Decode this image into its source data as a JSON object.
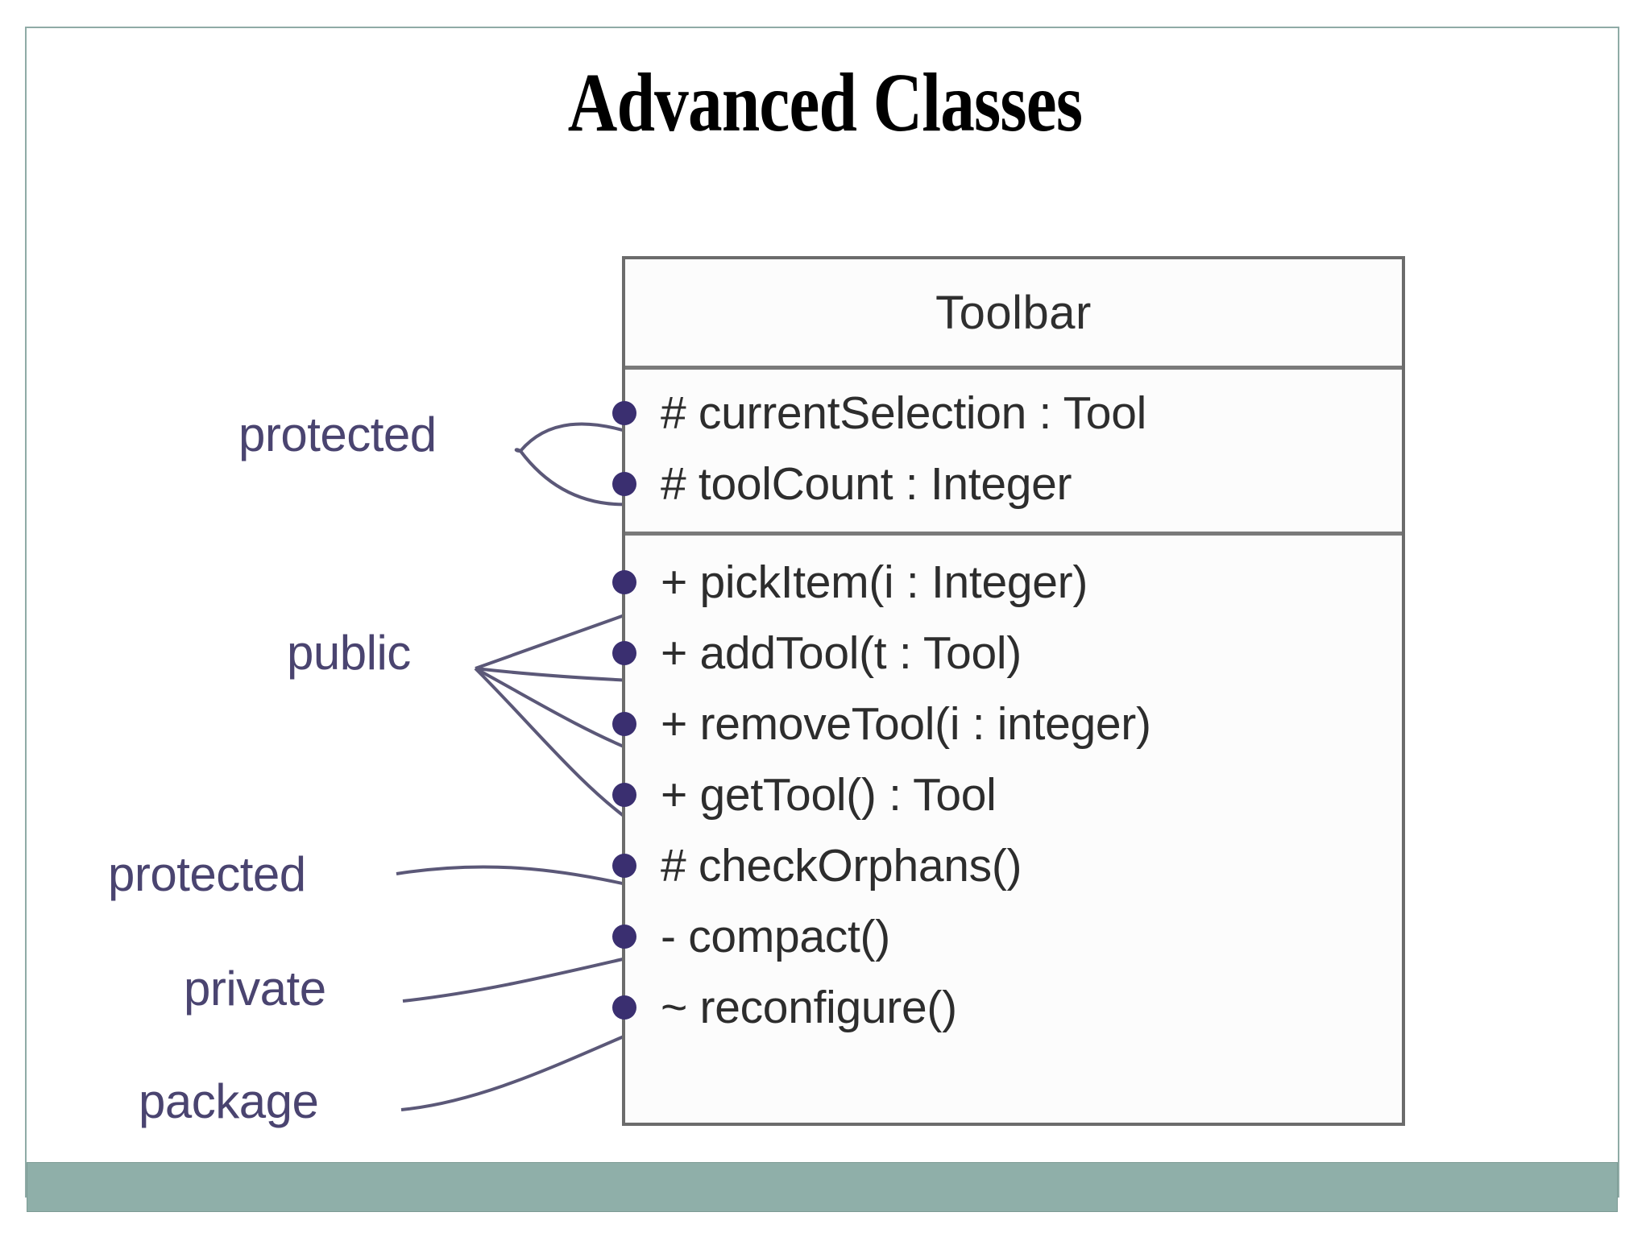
{
  "slide": {
    "title": "Advanced Classes",
    "accent_color": "#8faba6",
    "footer_color": "#8fafa9",
    "bullet_color": "#3a2f70",
    "label_color": "#4a4470"
  },
  "diagram": {
    "type": "uml-class-diagram",
    "class_name": "Toolbar",
    "attributes": [
      {
        "visibility": "#",
        "text": "# currentSelection : Tool"
      },
      {
        "visibility": "#",
        "text": "# toolCount : Integer"
      }
    ],
    "operations": [
      {
        "visibility": "+",
        "text": "+ pickItem(i : Integer)"
      },
      {
        "visibility": "+",
        "text": "+ addTool(t : Tool)"
      },
      {
        "visibility": "+",
        "text": "+ removeTool(i : integer)"
      },
      {
        "visibility": "+",
        "text": "+ getTool() : Tool"
      },
      {
        "visibility": "#",
        "text": "# checkOrphans()"
      },
      {
        "visibility": "-",
        "text": "- compact()"
      },
      {
        "visibility": "~",
        "text": "~ reconfigure()"
      }
    ],
    "annotations": [
      {
        "label": "protected",
        "targets": [
          "# currentSelection : Tool",
          "# toolCount : Integer"
        ]
      },
      {
        "label": "public",
        "targets": [
          "+ pickItem(i : Integer)",
          "+ addTool(t : Tool)",
          "+ removeTool(i : integer)",
          "+ getTool() : Tool"
        ]
      },
      {
        "label": "protected",
        "targets": [
          "# checkOrphans()"
        ]
      },
      {
        "label": "private",
        "targets": [
          "- compact()"
        ]
      },
      {
        "label": "package",
        "targets": [
          "~ reconfigure()"
        ]
      }
    ]
  }
}
